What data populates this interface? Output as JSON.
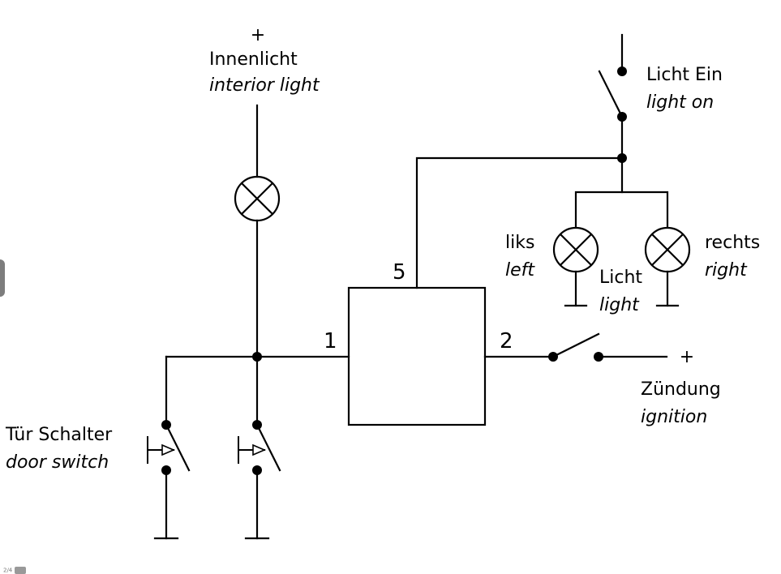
{
  "labels": {
    "plus_top": "+",
    "interior_de": "Innenlicht",
    "interior_en": "interior light",
    "lighton_de": "Licht Ein",
    "lighton_en": "light on",
    "left_de": "liks",
    "left_en": "left",
    "right_de": "rechts",
    "right_en": "right",
    "light_de": "Licht",
    "light_en": "light",
    "terminal_5": "5",
    "terminal_1": "1",
    "terminal_2": "2",
    "plus_ign": "+",
    "ignition_de": "Zündung",
    "ignition_en": "ignition",
    "door_de": "Tür Schalter",
    "door_en": "door switch"
  },
  "footer": {
    "tag": "2/4"
  }
}
